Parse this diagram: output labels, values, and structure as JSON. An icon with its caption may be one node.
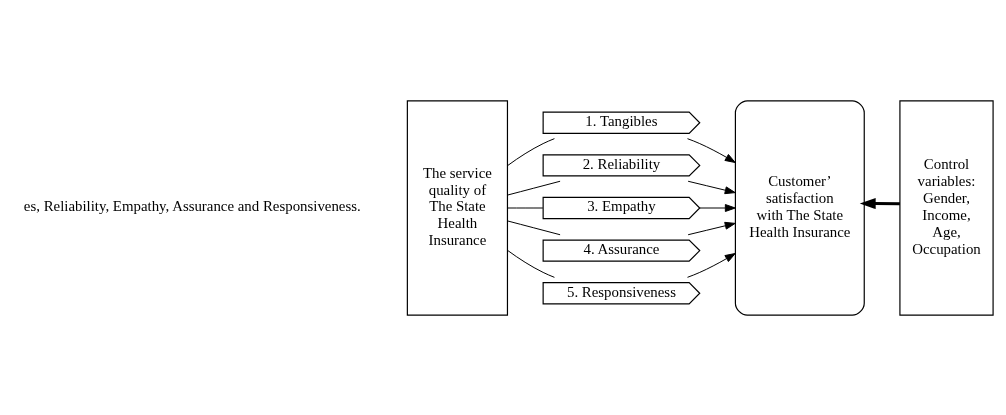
{
  "diagram": {
    "nodes": [
      {
        "text": [
          "The service quality of The State Health Insurance"
        ]
      },
      {
        "text": [
          "1. Tangibles"
        ]
      },
      {
        "text": [
          "2. Reliability"
        ]
      },
      {
        "text": [
          "3. Empathy"
        ]
      },
      {
        "text": [
          "4. Assurance"
        ]
      },
      {
        "text": [
          "5. Responsiveness"
        ]
      },
      {
        "text": [
          "Customer’ satisfaction with The State Health Insurance"
        ]
      },
      {
        "text": [
          "Control variables: Gender, Income, Age, Occupation"
        ]
      }
    ],
    "edges": [
      {
        "from": 0,
        "to": 1,
        "arrow": "none"
      },
      {
        "from": 0,
        "to": 2,
        "arrow": "none"
      },
      {
        "from": 0,
        "to": 3,
        "arrow": "none"
      },
      {
        "from": 0,
        "to": 4,
        "arrow": "none"
      },
      {
        "from": 0,
        "to": 5,
        "arrow": "none"
      },
      {
        "from": 1,
        "to": 6,
        "arrow": "to"
      },
      {
        "from": 2,
        "to": 6,
        "arrow": "to"
      },
      {
        "from": 3,
        "to": 6,
        "arrow": "to"
      },
      {
        "from": 4,
        "to": 6,
        "arrow": "to"
      },
      {
        "from": 5,
        "to": 6,
        "arrow": "to"
      },
      {
        "from": 7,
        "to": 6,
        "arrow": "to",
        "style": "thick"
      }
    ],
    "labels": [
      "es, Reliability, Empathy, Assurance and Responsiveness."
    ]
  }
}
